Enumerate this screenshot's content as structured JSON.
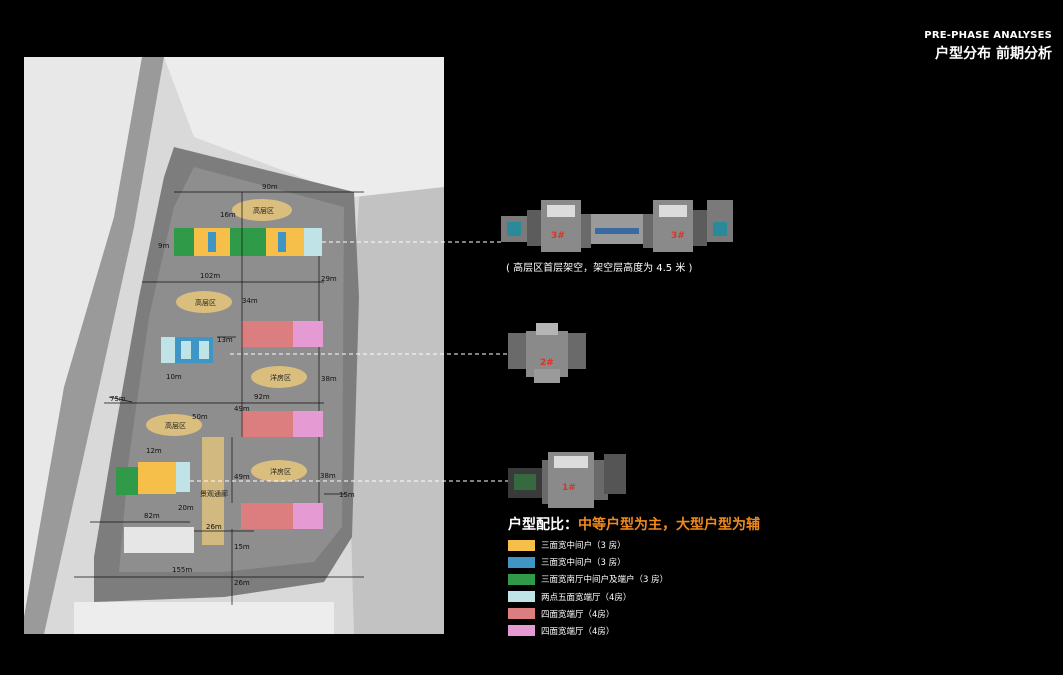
{
  "header": {
    "en": "PRE-PHASE ANALYSES",
    "cn": "户型分布 前期分析"
  },
  "site": {
    "zones": [
      "高层区",
      "高层区",
      "洋房区",
      "高层区",
      "洋房区",
      "景观通廊"
    ],
    "dims": [
      "90m",
      "16m",
      "9m",
      "102m",
      "34m",
      "29m",
      "13m",
      "10m",
      "38m",
      "92m",
      "75m",
      "50m",
      "49m",
      "12m",
      "49m",
      "38m",
      "15m",
      "82m",
      "20m",
      "26m",
      "15m",
      "155m",
      "26m"
    ]
  },
  "plans": {
    "top_caption": "( 高层区首层架空，架空层高度为 4.5 米 )",
    "labels": [
      "3#",
      "3#",
      "2#",
      "1#"
    ]
  },
  "ratio": {
    "key": "户型配比：",
    "value": "中等户型为主，大型户型为辅"
  },
  "legend": [
    {
      "label": "三面宽中间户（3 房）",
      "color": "#f6bf4a"
    },
    {
      "label": "三面宽中间户（3 房）",
      "color": "#3f95c4"
    },
    {
      "label": "三面宽南厅中间户及端户（3 房）",
      "color": "#2f9a48"
    },
    {
      "label": "两点五面宽端厅（4房）",
      "color": "#bfe3e6"
    },
    {
      "label": "四面宽端厅（4房）",
      "color": "#dc7d7f"
    },
    {
      "label": "四面宽端厅（4房）",
      "color": "#e59ad3"
    }
  ],
  "colors": {
    "accent": "#f08a1c"
  }
}
